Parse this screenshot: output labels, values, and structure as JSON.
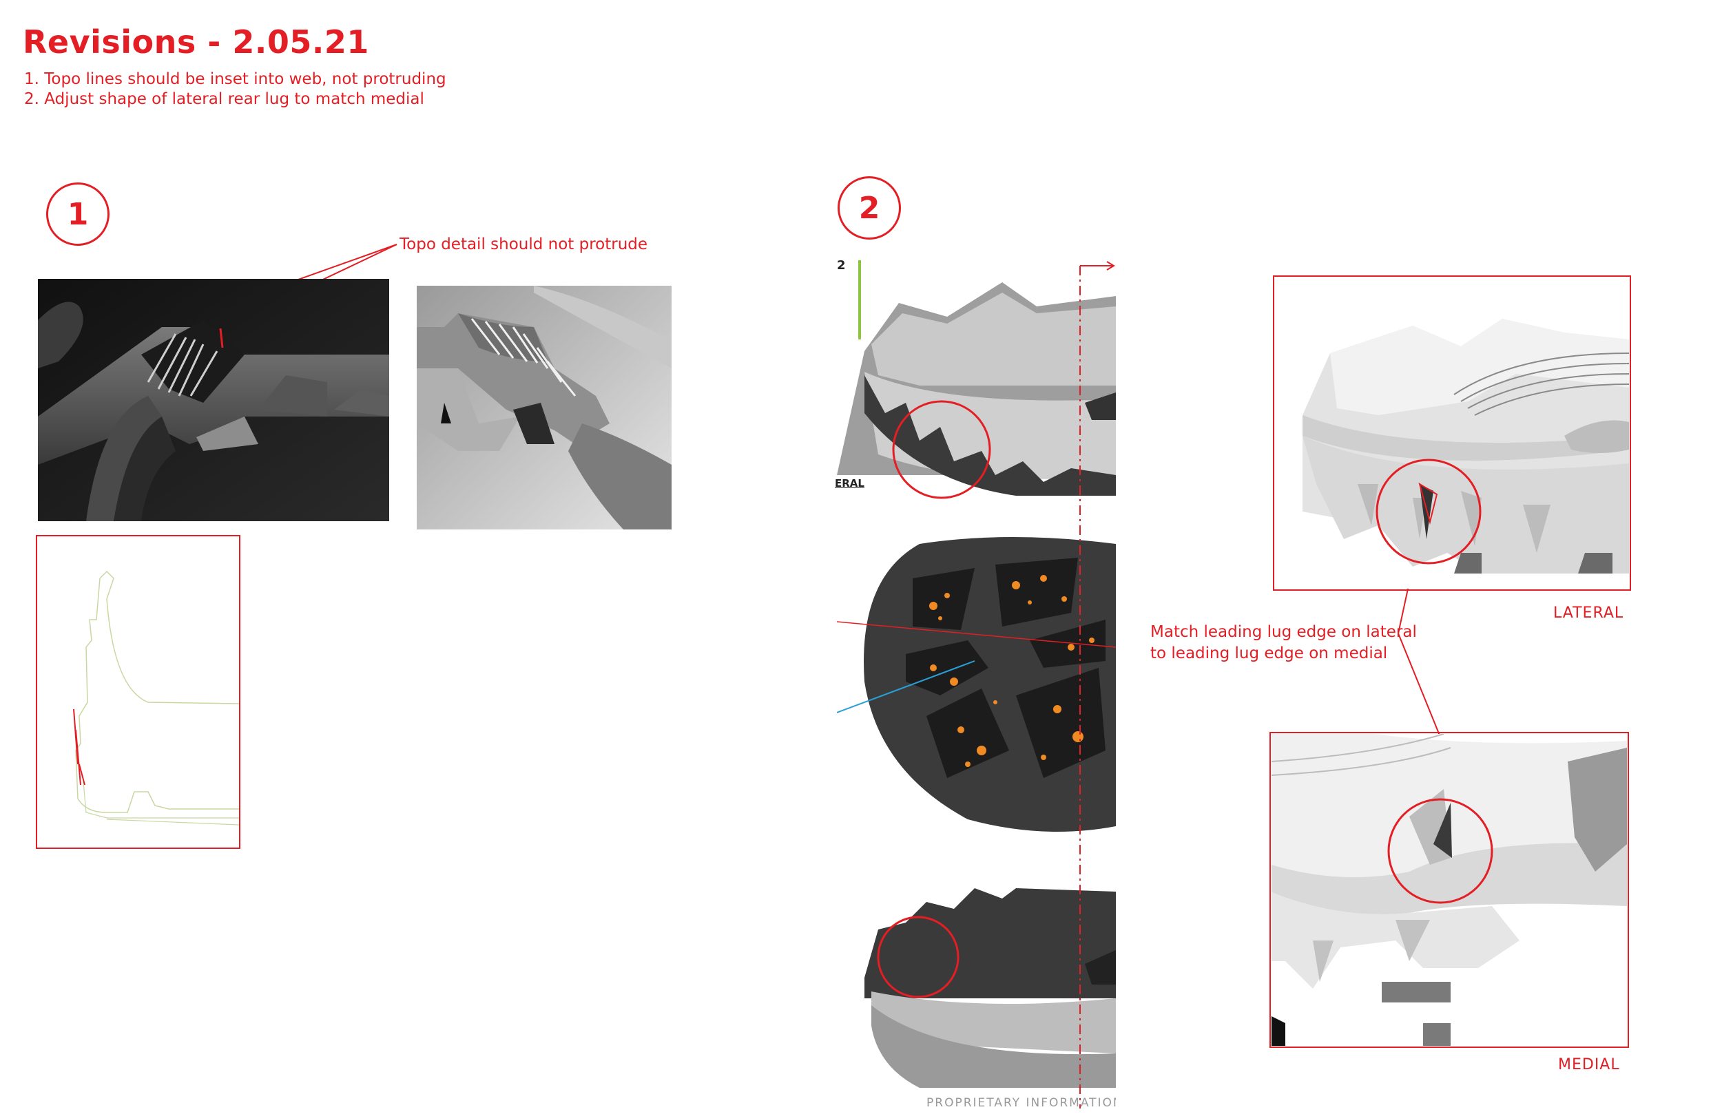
{
  "header": {
    "title": "Revisions - 2.05.21",
    "notes": [
      "1. Topo lines should be inset into web, not protruding",
      "2. Adjust shape of lateral rear lug to match medial"
    ]
  },
  "section1": {
    "number": "1",
    "callout": "Topo detail should not protrude"
  },
  "section2": {
    "number": "2",
    "sheet_number": "2",
    "sheet_label": "ERAL",
    "callout_line1": "Match leading lug edge on lateral",
    "callout_line2": "to leading lug edge on medial",
    "lateral_label": "LATERAL",
    "medial_label": "MEDIAL",
    "proprietary": "PROPRIETARY INFORMATION"
  },
  "colors": {
    "accent": "#e31e24",
    "outsole_dark": "#2f2f2f",
    "midsole_grey": "#b8b8b8",
    "orange_speckle": "#f08a22",
    "blue_line": "#2a9fd6",
    "green_bar": "#8cc63f"
  }
}
